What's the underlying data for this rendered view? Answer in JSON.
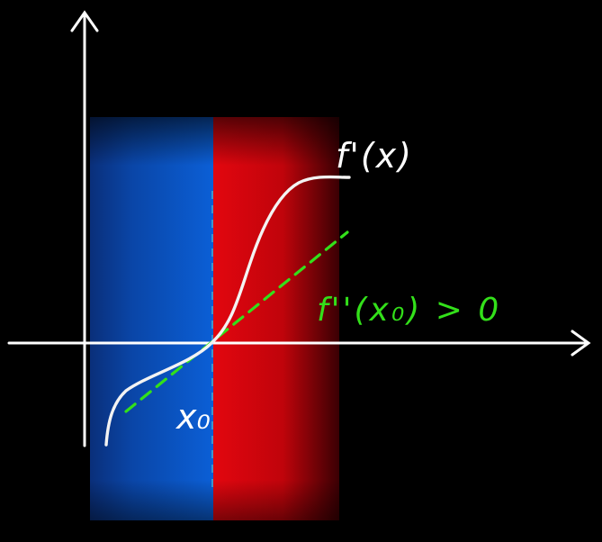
{
  "labels": {
    "function": "f'(x)",
    "second_derivative": "f''(x₀) > 0",
    "point": "x₀"
  },
  "colors": {
    "background": "#000000",
    "left_region": "#0a55c8",
    "right_region": "#e0060e",
    "curve": "#f2f2f2",
    "tangent": "#33e01a",
    "axes": "#ffffff"
  }
}
